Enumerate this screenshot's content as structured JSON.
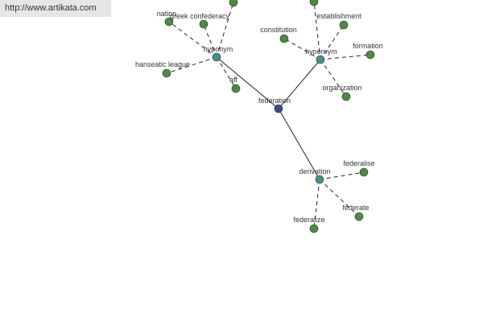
{
  "site_url": "http://www.artikata.com",
  "colors": {
    "root": "#3b4a8c",
    "relation": "#4a8f8f",
    "term": "#4f8a44",
    "edge": "#222222",
    "banner_bg": "#e6e6e6"
  },
  "graph": {
    "root": {
      "id": "federation",
      "label": "federation"
    },
    "relations": [
      {
        "id": "hyponym",
        "label": "hyponym"
      },
      {
        "id": "hypernym",
        "label": "hypernym"
      },
      {
        "id": "derivation",
        "label": "derivation"
      }
    ],
    "terms": [
      {
        "id": "nation",
        "label": "nation",
        "relation": "hyponym"
      },
      {
        "id": "greek-confederacy",
        "label": "greek confederacy",
        "relation": "hyponym"
      },
      {
        "id": "hyponym-offscreen",
        "label": "",
        "relation": "hyponym"
      },
      {
        "id": "hanseatic-league",
        "label": "hanseatic league",
        "relation": "hyponym"
      },
      {
        "id": "aff",
        "label": "aff",
        "relation": "hyponym"
      },
      {
        "id": "hypernym-offscreen",
        "label": "",
        "relation": "hypernym"
      },
      {
        "id": "establishment",
        "label": "establishment",
        "relation": "hypernym"
      },
      {
        "id": "constitution",
        "label": "constitution",
        "relation": "hypernym"
      },
      {
        "id": "formation",
        "label": "formation",
        "relation": "hypernym"
      },
      {
        "id": "organization",
        "label": "organization",
        "relation": "hypernym"
      },
      {
        "id": "federalise",
        "label": "federalise",
        "relation": "derivation"
      },
      {
        "id": "federate",
        "label": "federate",
        "relation": "derivation"
      },
      {
        "id": "federalize",
        "label": "federalize",
        "relation": "derivation"
      }
    ]
  }
}
